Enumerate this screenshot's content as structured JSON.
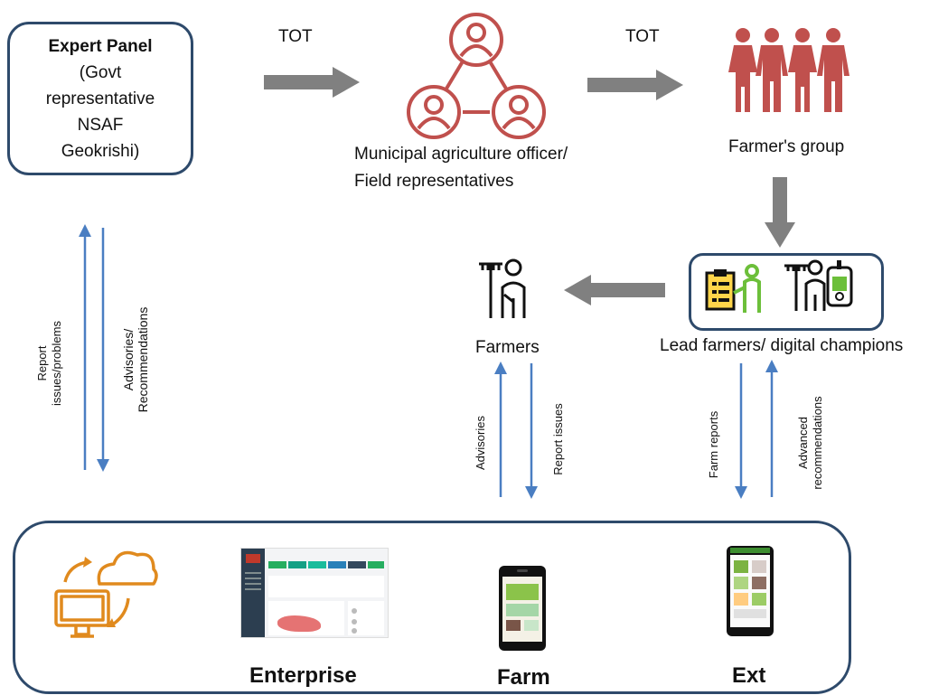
{
  "expert_panel": {
    "title": "Expert Panel",
    "lines": [
      "(Govt",
      "representative",
      "NSAF",
      "Geokrishi)"
    ]
  },
  "flow": {
    "tot_1": "TOT",
    "tot_2": "TOT",
    "municipal_line1": "Municipal agriculture officer/",
    "municipal_line2": "Field representatives",
    "farmers_group": "Farmer's group",
    "farmers": "Farmers",
    "lead_farmers": "Lead farmers/ digital champions"
  },
  "vertical_labels": {
    "report_issues_problems_1": "Report",
    "report_issues_problems_2": "issues/problems",
    "advisories_recommendations_1": "Advisories/",
    "advisories_recommendations_2": "Recommendations",
    "advisories": "Advisories",
    "report_issues": "Report issues",
    "farm_reports": "Farm reports",
    "advanced_recommendations_1": "Advanced",
    "advanced_recommendations_2": "recommendations"
  },
  "platforms": {
    "enterprise": "Enterprise",
    "farm": "Farm",
    "ext": "Ext"
  },
  "colors": {
    "box_border": "#2e4a6b",
    "grey_arrow": "#808080",
    "blue_arrow": "#4a7ec2",
    "people_red": "#c0504d",
    "icon_orange": "#e08a1e",
    "icon_green": "#6cbf3a"
  }
}
